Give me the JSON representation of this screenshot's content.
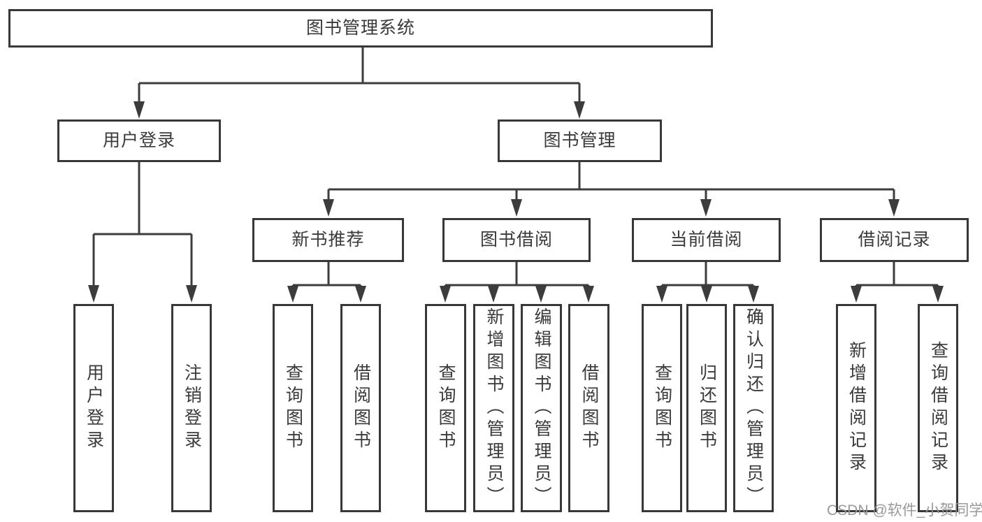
{
  "diagram": {
    "title": "图书管理系统",
    "nodes": {
      "root": "图书管理系统",
      "user_login": "用户登录",
      "book_mgmt": "图书管理",
      "new_book_rec": "新书推荐",
      "book_borrow": "图书借阅",
      "current_borrow": "当前借阅",
      "borrow_records": "借阅记录",
      "leaf_user_login": "用户登录",
      "leaf_logout": "注销登录",
      "leaf_nbr_query_books": "查询图书",
      "leaf_nbr_borrow_books": "借阅图书",
      "leaf_bb_query_books": "查询图书",
      "leaf_bb_add_books": "新增图书（管理员）",
      "leaf_bb_edit_books": "编辑图书（管理员）",
      "leaf_bb_borrow_books": "借阅图书",
      "leaf_cb_query_books": "查询图书",
      "leaf_cb_return_books": "归还图书",
      "leaf_cb_confirm_return": "确认归还（管理员）",
      "leaf_br_add_record": "新增借阅记录",
      "leaf_br_query_record": "查询借阅记录"
    },
    "colors": {
      "line": "#3c3c3c",
      "border": "#383838",
      "text": "#3a3a3a",
      "background": "#ffffff",
      "watermark": "#949496"
    }
  },
  "watermark": "CSDN @软件_小贺同学"
}
